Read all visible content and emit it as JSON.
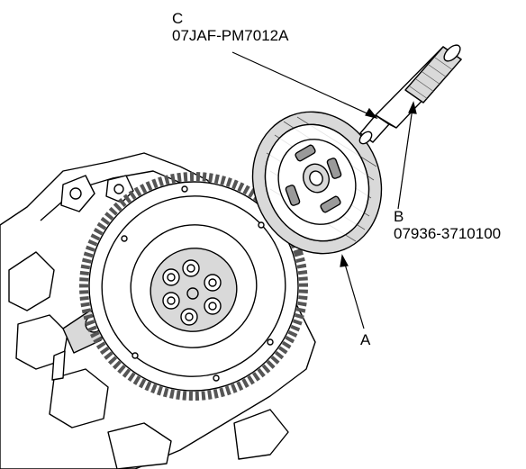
{
  "diagram": {
    "callouts": {
      "c": {
        "letter": "C",
        "part_number": "07JAF-PM7012A"
      },
      "b": {
        "letter": "B",
        "part_number": "07936-3710100"
      },
      "a": {
        "letter": "A"
      }
    },
    "colors": {
      "line": "#000000",
      "fill_light": "#ffffff",
      "fill_shade": "#d9d9d9",
      "fill_dark": "#9a9a9a"
    }
  }
}
